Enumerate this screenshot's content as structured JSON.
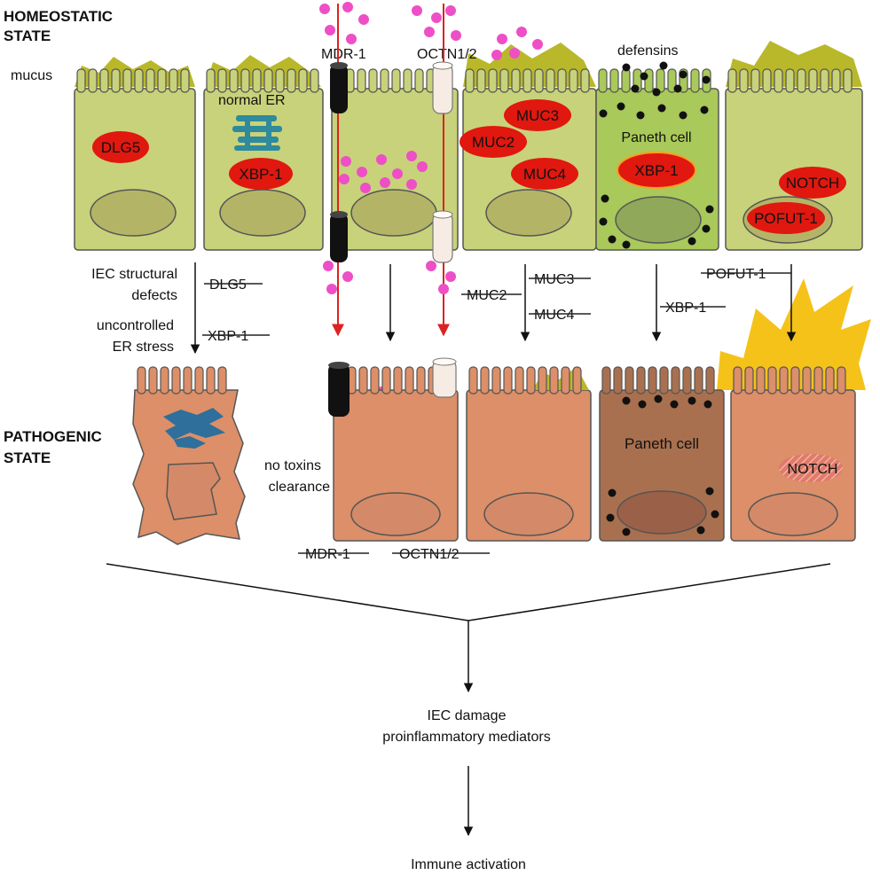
{
  "headings": {
    "homeostatic_line1": "HOMEOSTATIC",
    "homeostatic_line2": "STATE",
    "pathogenic_line1": "PATHOGENIC",
    "pathogenic_line2": "STATE"
  },
  "top_labels": {
    "mucus": "mucus",
    "normal_er": "normal ER",
    "mdr1": "MDR-1",
    "octn": "OCTN1/2",
    "defensins": "defensins",
    "paneth_cell": "Paneth cell"
  },
  "proteins": {
    "dlg5": "DLG5",
    "xbp1_er": "XBP-1",
    "muc3": "MUC3",
    "muc2": "MUC2",
    "muc4": "MUC4",
    "xbp1_paneth": "XBP-1",
    "notch": "NOTCH",
    "pofut1": "POFUT-1"
  },
  "transition_labels": {
    "iec_structural_line1": "IEC structural",
    "iec_structural_line2": "defects",
    "uncontrolled_line1": "uncontrolled",
    "uncontrolled_line2": "ER stress",
    "dlg5_struck": "DLG5",
    "xbp1_struck": "XBP-1",
    "muc3_struck": "MUC3",
    "muc2_struck": "MUC2",
    "muc4_struck": "MUC4",
    "xbp1_paneth_struck": "XBP-1",
    "pofut1_struck": "POFUT-1"
  },
  "bottom_labels": {
    "no_toxins_line1": "no toxins",
    "no_toxins_line2": "clearance",
    "paneth_cell_path": "Paneth cell",
    "notch_path": "NOTCH",
    "mdr1_struck": "MDR-1",
    "octn_struck": "OCTN1/2"
  },
  "outcome": {
    "line1": "IEC damage",
    "line2": "proinflammatory mediators",
    "final": "Immune activation"
  },
  "colors": {
    "healthy_cell": "#c8d27a",
    "paneth_healthy": "#a9c95a",
    "pathogenic_cell": "#dc8f68",
    "paneth_pathogenic": "#a9704f",
    "mucus": "#b9b82b",
    "protein": "#e0180f",
    "toxin": "#ee4fc6",
    "er": "#2e8a9c",
    "transport_line": "#dd2222",
    "inflamed_mucus": "#f5c21a"
  }
}
